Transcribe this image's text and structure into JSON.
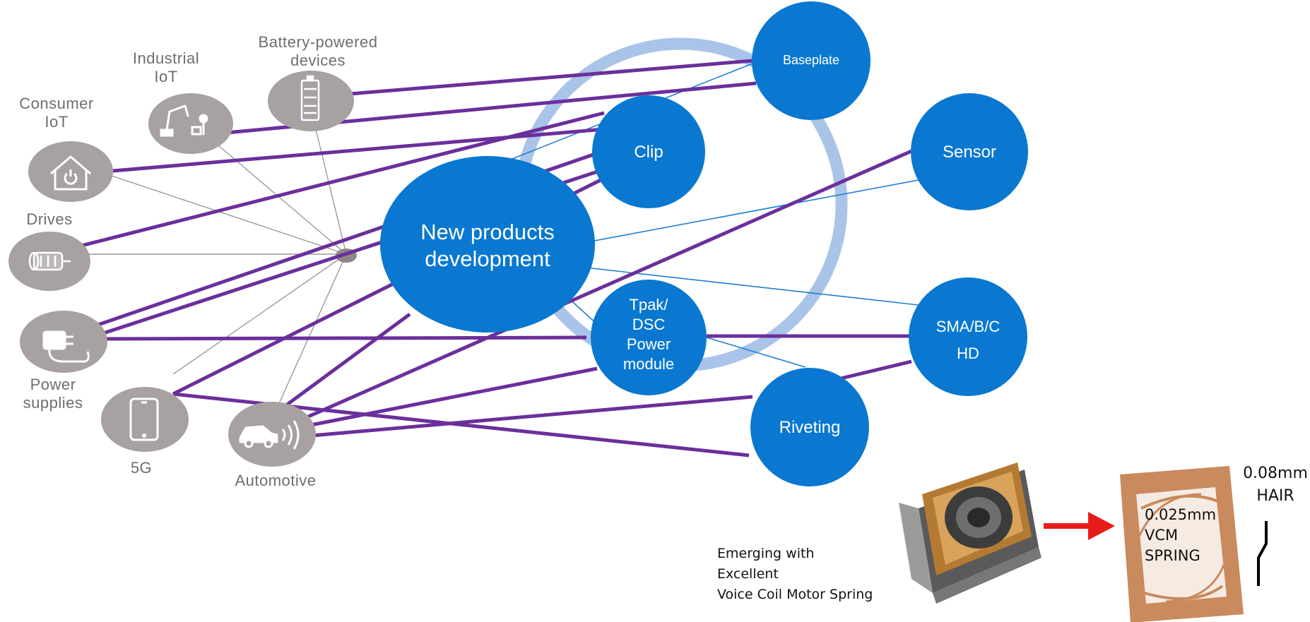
{
  "markets": [
    {
      "id": "battery",
      "label": "Battery-powered devices",
      "icon": "battery-icon"
    },
    {
      "id": "industrial",
      "label": "Industrial IoT",
      "icon": "robot-arm-icon"
    },
    {
      "id": "consumer",
      "label": "Consumer IoT",
      "icon": "smart-home-icon"
    },
    {
      "id": "drives",
      "label": "Drives",
      "icon": "motor-icon"
    },
    {
      "id": "power",
      "label": "Power supplies",
      "icon": "charger-icon"
    },
    {
      "id": "fiveg",
      "label": "5G",
      "icon": "tablet-icon"
    },
    {
      "id": "auto",
      "label": "Automotive",
      "icon": "car-icon"
    }
  ],
  "center": {
    "line1": "New products",
    "line2": "development"
  },
  "nodes": {
    "baseplate": "Baseplate",
    "clip": "Clip",
    "sensor": "Sensor",
    "tpak": [
      "Tpak/",
      "DSC",
      "Power",
      "module"
    ],
    "sma": [
      "SMA/B/C",
      "HD"
    ],
    "riveting": "Riveting"
  },
  "product": {
    "caption": [
      "Emerging with",
      "Excellent",
      "Voice Coil Motor Spring"
    ],
    "spring_label": [
      "0.025mm",
      "VCM",
      "SPRING"
    ],
    "hair_label": [
      "0.08mm",
      "HAIR"
    ]
  },
  "colors": {
    "node_blue": "#0a78d0",
    "ring": "#a9c4e8",
    "purple": "#6b2f9c",
    "thin_blue": "#1f7fd4",
    "icon_grey": "#a7a1a1",
    "label_grey": "#6e6e6e",
    "arrow": "#e81b1b"
  }
}
